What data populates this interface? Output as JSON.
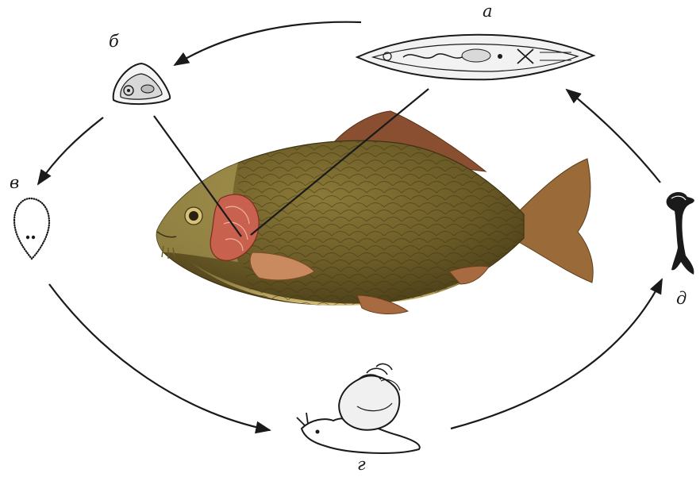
{
  "labels": {
    "a": "а",
    "b": "б",
    "v": "в",
    "g": "г",
    "d": "д"
  },
  "colors": {
    "fish_body": "#7a6a2e",
    "fish_belly": "#c9b46a",
    "fish_fin": "#9a5a35",
    "gill": "#c9614f",
    "ink": "#1a1a1a"
  }
}
